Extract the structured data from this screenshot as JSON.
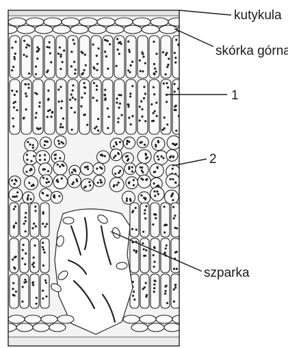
{
  "labels": {
    "cuticle": "kutykula",
    "upper_epidermis": "skórka górna",
    "num_1": "1",
    "num_2": "2",
    "stoma": "szparka"
  }
}
